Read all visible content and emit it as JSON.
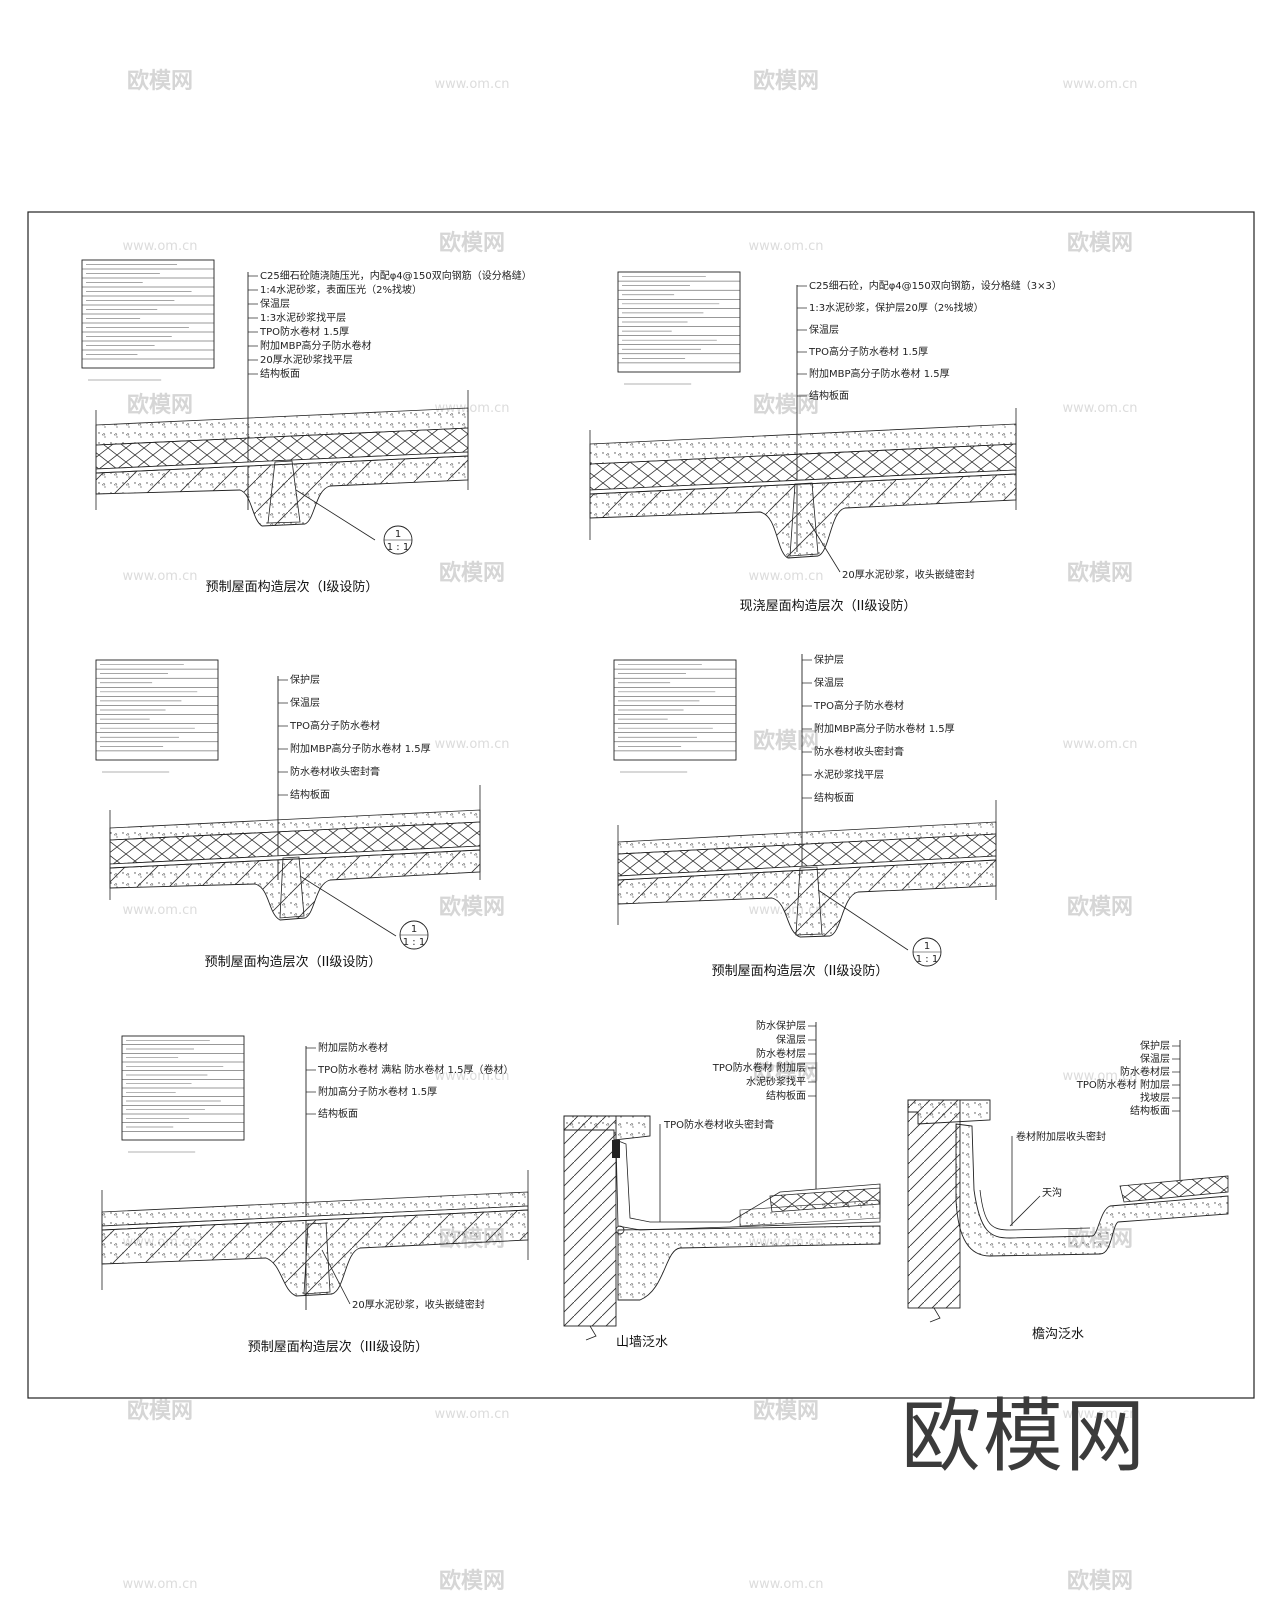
{
  "watermark": {
    "brand": "欧模网",
    "url": "www.om.cn"
  },
  "brand_logo": "欧模网",
  "details": [
    {
      "id": "d1",
      "caption": "预制屋面构造层次（I级设防）",
      "callout_labels": [
        "C25细石砼随浇随压光，内配φ4@150双向钢筋（设分格缝）",
        "1:4水泥砂浆，表面压光（2%找坡）",
        "保温层",
        "1:3水泥砂浆找平层",
        "TPO防水卷材 1.5厚",
        "附加MBP高分子防水卷材",
        "20厚水泥砂浆找平层",
        "结构板面"
      ],
      "table_rows": 12,
      "detail_ref": "1"
    },
    {
      "id": "d2",
      "caption": "现浇屋面构造层次（II级设防）",
      "callout_labels": [
        "C25细石砼，内配φ4@150双向钢筋，设分格缝（3×3）",
        "1:3水泥砂浆，保护层20厚（2%找坡）",
        "保温层",
        "TPO高分子防水卷材 1.5厚",
        "附加MBP高分子防水卷材 1.5厚",
        "结构板面"
      ],
      "table_rows": 11,
      "bottom_note": "20厚水泥砂浆，收头嵌缝密封"
    },
    {
      "id": "d3",
      "caption": "预制屋面构造层次（II级设防）",
      "callout_labels": [
        "保护层",
        "保温层",
        "TPO高分子防水卷材",
        "附加MBP高分子防水卷材 1.5厚",
        "防水卷材收头密封膏",
        "结构板面"
      ],
      "table_rows": 11,
      "detail_ref": "1"
    },
    {
      "id": "d4",
      "caption": "预制屋面构造层次（II级设防）",
      "callout_labels": [
        "保护层",
        "保温层",
        "TPO高分子防水卷材",
        "附加MBP高分子防水卷材 1.5厚",
        "防水卷材收头密封膏",
        "水泥砂浆找平层",
        "结构板面"
      ],
      "table_rows": 11,
      "detail_ref": "1"
    },
    {
      "id": "d5",
      "caption": "预制屋面构造层次（III级设防）",
      "callout_labels": [
        "附加层防水卷材",
        "TPO防水卷材 满粘 防水卷材 1.5厚（卷材）",
        "附加高分子防水卷材 1.5厚",
        "结构板面"
      ],
      "table_rows": 12,
      "bottom_note": "20厚水泥砂浆，收头嵌缝密封"
    },
    {
      "id": "d6",
      "caption": "山墙泛水",
      "callout_labels": [
        "防水保护层",
        "保温层",
        "防水卷材层",
        "TPO防水卷材 附加层",
        "水泥砂浆找平",
        "结构板面"
      ],
      "inline_note": "TPO防水卷材收头密封膏"
    },
    {
      "id": "d7",
      "caption": "檐沟泛水",
      "callout_labels": [
        "保护层",
        "保温层",
        "防水卷材层",
        "TPO防水卷材 附加层",
        "找坡层",
        "结构板面"
      ],
      "inline_note": "卷材附加层收头密封",
      "part_label": "天沟"
    }
  ]
}
